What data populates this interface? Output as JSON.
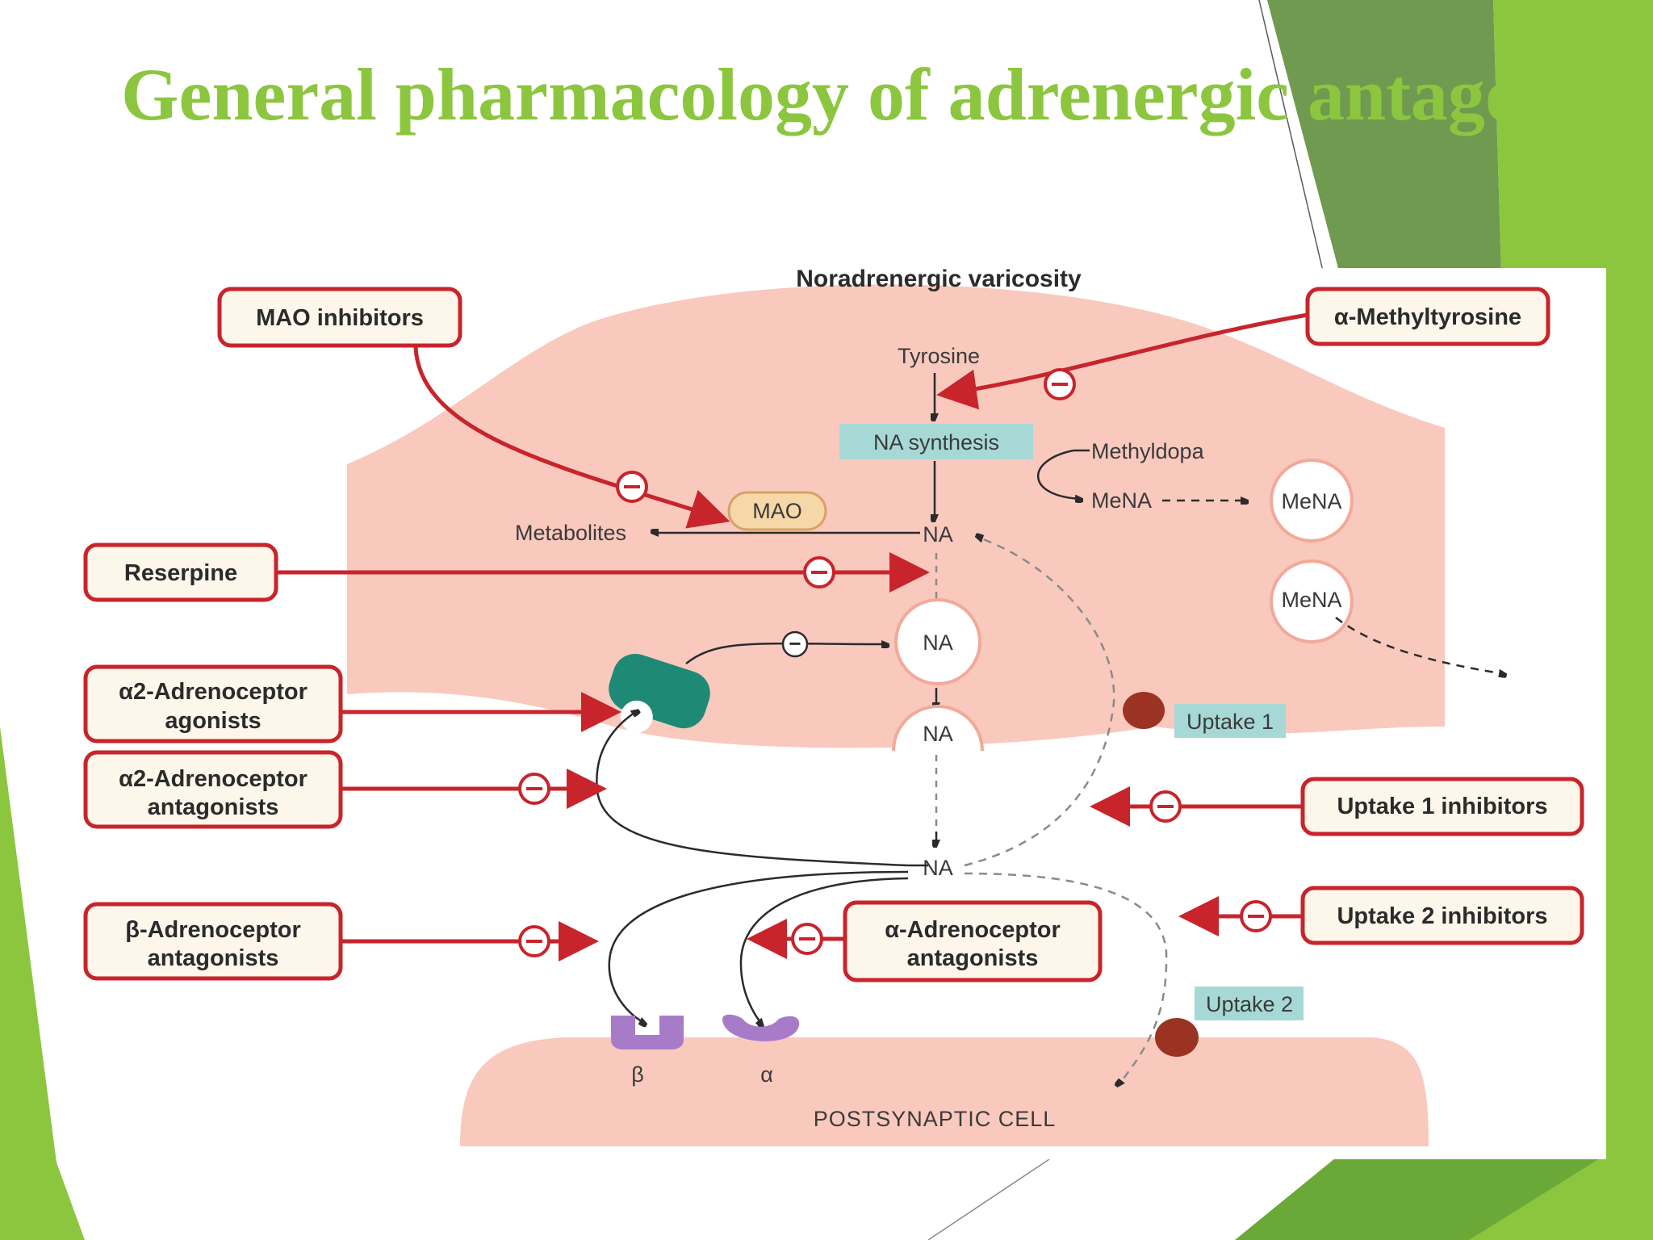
{
  "slide": {
    "title": "General pharmacology of adrenergic antagonist",
    "accent_color": "#8cc63f",
    "dark_accent_color": "#6aa838"
  },
  "diagram": {
    "heading": "Noradrenergic varicosity",
    "postsynaptic": "POSTSYNAPTIC CELL",
    "nodes": {
      "tyrosine": "Tyrosine",
      "na_synthesis": "NA synthesis",
      "methyldopa": "Methyldopa",
      "mena_text": "MeNA",
      "mena_vesicle_1": "MeNA",
      "mena_vesicle_2": "MeNA",
      "mao": "MAO",
      "metabolites": "Metabolites",
      "na_cytosol": "NA",
      "na_vesicle_1": "NA",
      "na_vesicle_2": "NA",
      "na_synaptic": "NA",
      "uptake1": "Uptake 1",
      "uptake2": "Uptake 2",
      "beta_receptor": "β",
      "alpha_receptor": "α"
    },
    "drug_boxes": {
      "mao_inhibitors": "MAO inhibitors",
      "alpha_methyltyrosine": "α-Methyltyrosine",
      "reserpine": "Reserpine",
      "a2_agonists_line1": "α2-Adrenoceptor",
      "a2_agonists_line2": "agonists",
      "a2_antagonists_line1": "α2-Adrenoceptor",
      "a2_antagonists_line2": "antagonists",
      "beta_antagonists_line1": "β-Adrenoceptor",
      "beta_antagonists_line2": "antagonists",
      "alpha_antagonists_line1": "α-Adrenoceptor",
      "alpha_antagonists_line2": "antagonists",
      "uptake1_inhibitors": "Uptake 1 inhibitors",
      "uptake2_inhibitors": "Uptake 2 inhibitors"
    },
    "inhibition_symbol": "−",
    "colors": {
      "cell": "#f9c9be",
      "inhibitor_line": "#c8242b",
      "label_box": "#a6d9d6",
      "mao_fill": "#f6d8a8",
      "receptor_alpha2": "#1e8a76",
      "receptor_postsynaptic": "#a87bc9",
      "transporter": "#9b3322",
      "drug_box_fill": "#fdf6ea"
    }
  }
}
